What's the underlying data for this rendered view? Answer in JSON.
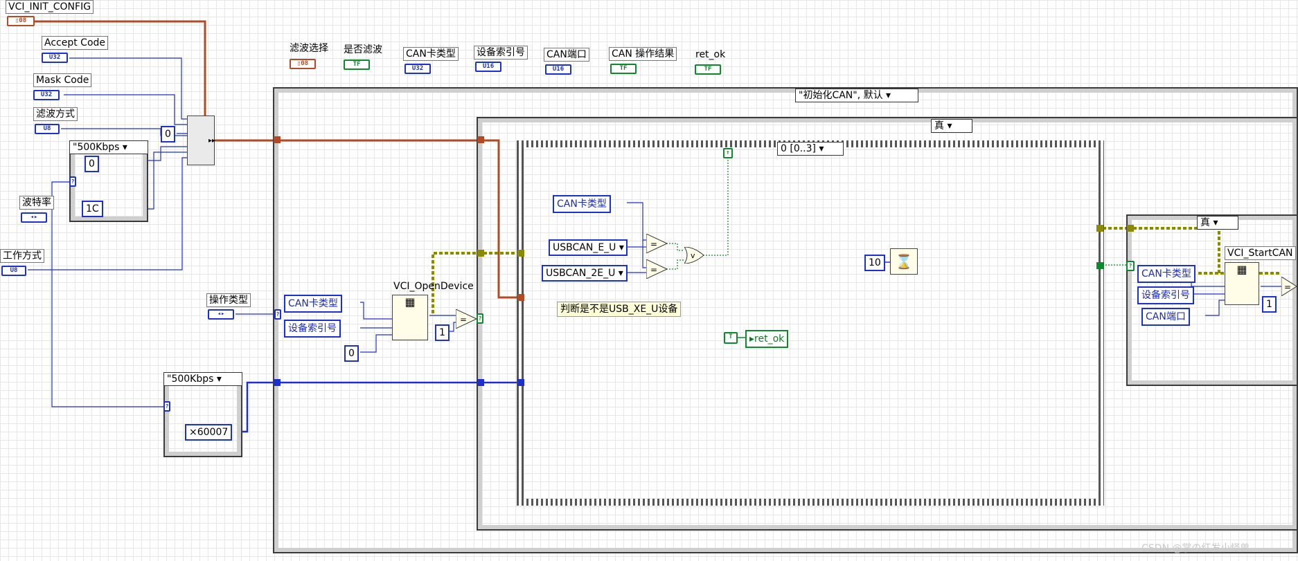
{
  "controls": {
    "vci_init_config": "VCI_INIT_CONFIG",
    "accept_code": "Accept Code",
    "mask_code": "Mask Code",
    "filter_mode": "滤波方式",
    "baud_rate": "波特率",
    "work_mode": "工作方式",
    "op_type": "操作类型"
  },
  "indicators": {
    "filter_select": "滤波选择",
    "is_filter": "是否滤波",
    "can_card_type": "CAN卡类型",
    "device_index": "设备索引号",
    "can_port": "CAN端口",
    "can_result": "CAN 操作结果",
    "ret_ok": "ret_ok"
  },
  "terminals": {
    "u32": "U32",
    "u8": "U8",
    "u16": "U16",
    "tf": "TF",
    "cluster": "▯08",
    "enum": "◂▸"
  },
  "cases": {
    "outer_selector": "\"初始化CAN\", 默认",
    "true_selector": "真",
    "seq_selector": "0 [0..3]",
    "baud_case_top": "\"500Kbps",
    "baud_case_bottom": "\"500Kbps",
    "right_true_selector": "真"
  },
  "constants": {
    "zero_top": "0",
    "baud_zero": "0",
    "baud_1c": "1C",
    "hex_60007": "×60007",
    "zero_open": "0",
    "one_open": "1",
    "ten_wait": "10",
    "one_start": "1",
    "true_const": "T"
  },
  "locals": {
    "can_type_1": "CAN卡类型",
    "dev_index_1": "设备索引号",
    "can_type_2": "CAN卡类型",
    "usbcan_e_u": "USBCAN_E_U",
    "usbcan_2e_u": "USBCAN_2E_U",
    "ret_ok": "ret_ok",
    "can_type_3": "CAN卡类型",
    "dev_index_3": "设备索引号",
    "can_port_3": "CAN端口"
  },
  "nodes": {
    "open_device": "VCI_OpenDevice",
    "start_can": "VCI_StartCAN"
  },
  "comment": "判断是不是USB_XE_U设备",
  "watermark": "CSDN @掌の红发小怪兽"
}
